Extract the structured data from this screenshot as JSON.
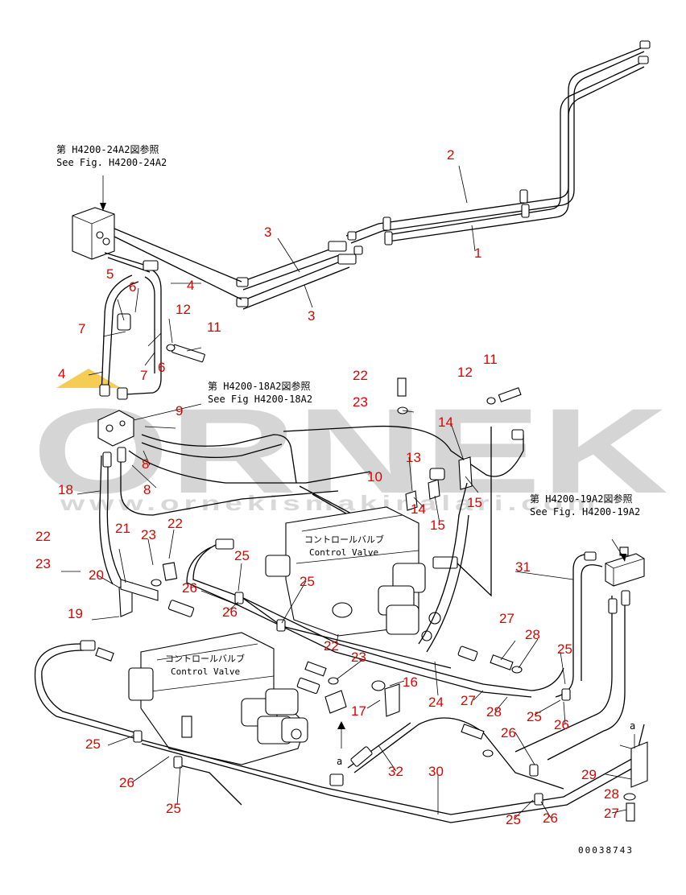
{
  "references": {
    "fig_24a2_jp": "第 H4200-24A2図参照",
    "fig_24a2_en": "See Fig. H4200-24A2",
    "fig_18a2_jp": "第 H4200-18A2図参照",
    "fig_18a2_en": "See Fig H4200-18A2",
    "fig_19a2_jp": "第 H4200-19A2図参照",
    "fig_19a2_en": "See Fig. H4200-19A2"
  },
  "control_valve_upper": {
    "jp": "コントロールバルブ",
    "en": "Control Valve"
  },
  "control_valve_lower": {
    "jp": "コントロールバルブ",
    "en": "Control Valve"
  },
  "connection_marks": {
    "a1": "a",
    "a2": "a"
  },
  "watermark": {
    "brand": "ORNEK",
    "url": "www.ornekismakinalari.com"
  },
  "part_numbers": {
    "n1": "1",
    "n2": "2",
    "n3a": "3",
    "n3b": "3",
    "n4a": "4",
    "n4b": "4",
    "n5": "5",
    "n6a": "6",
    "n6b": "6",
    "n7a": "7",
    "n7b": "7",
    "n8a": "8",
    "n8b": "8",
    "n9": "9",
    "n10": "10",
    "n11a": "11",
    "n11b": "11",
    "n12a": "12",
    "n12b": "12",
    "n13": "13",
    "n14a": "14",
    "n14b": "14",
    "n15a": "15",
    "n15b": "15",
    "n16": "16",
    "n17": "17",
    "n18": "18",
    "n19": "19",
    "n20": "20",
    "n21": "21",
    "n22a": "22",
    "n22b": "22",
    "n22c": "22",
    "n22d": "22",
    "n23a": "23",
    "n23b": "23",
    "n23c": "23",
    "n23d": "23",
    "n24": "24",
    "n25a": "25",
    "n25b": "25",
    "n25c": "25",
    "n25d": "25",
    "n25e": "25",
    "n25f": "25",
    "n25g": "25",
    "n26a": "26",
    "n26b": "26",
    "n26c": "26",
    "n26d": "26",
    "n26e": "26",
    "n26f": "26",
    "n27a": "27",
    "n27b": "27",
    "n27c": "27",
    "n28a": "28",
    "n28b": "28",
    "n28c": "28",
    "n29": "29",
    "n30": "30",
    "n31": "31",
    "n32": "32"
  },
  "doc_number": "00038743",
  "colors": {
    "labels": "#e10000",
    "lines": "#000000",
    "watermark": "#c8c8c8",
    "watermark_accent": "#f3c12a"
  }
}
